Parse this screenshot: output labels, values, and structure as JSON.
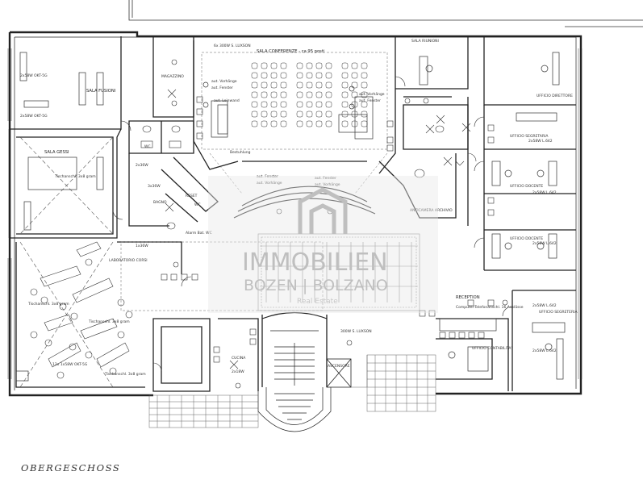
{
  "title": "OBERGESCHOSS",
  "watermark": {
    "line1": "IMMOBILIEN",
    "line2": "BOZEN | BOLZANO",
    "line3": "Real Estate",
    "accent": "#bfbfbf"
  },
  "rooms": {
    "sala_conferenze": "SALA CONFERENZE - ca 95 posti",
    "lamp_conferenze": "6x 300W S. LUXSON",
    "sala_fusioni": "SALA FUSIONI",
    "sala_gessi": "SALA GESSI",
    "magazzino": "MAGAZZINO",
    "laboratorio": "LABORATORIO CORSI",
    "bagno": "BAGNO",
    "wc": "WC",
    "reset": "RESET",
    "cucina": "CUCINA",
    "ascensore": "ASCENSORE",
    "anticamera": "ANTICAMERA ARCHIVIO",
    "reception": "RECEPTION",
    "contabilita": "UFFICIO CONTABILITA'",
    "segreteria": "UFFICIO SEGRETERIA",
    "segretaria": "UFFICIO SEGRETARIA",
    "direttore": "UFFICIO DIRETTORE",
    "docente1": "UFFICIO DOCENTE",
    "docente2": "UFFICIO DOCENTE",
    "sala_riunioni": "SALA RIUNIONI",
    "computer_phone": "Computer-Telefonanschl. 16 Auslässe",
    "lamp_lobby": "300W S. LUXSON",
    "lamp_multi": "12x 1x58W OKT-5G",
    "fire_alarm": "Alarm Bat. WC",
    "bestuhlung": "Bestuhlung"
  },
  "notes": {
    "vorhang1": "aut. Vorhänge",
    "fenster1": "aut. Fenster",
    "leinwand": "aut. Leinwand",
    "vorhang2": "aut. Vorhänge",
    "fenster2": "aut. Fenster",
    "tischanschl": "Tischanschl. 3x8 gram",
    "lamp_1x36": "1x36W",
    "lamp_2x36": "2x36W",
    "lamp_3x36": "3x36W",
    "lamp_2x58": "2x58W OKT-5G",
    "lamp_2x58b": "2x58W L.642",
    "lamp_4x58": "4x58W OKT-5G",
    "lamp_2x18": "2x18W"
  }
}
